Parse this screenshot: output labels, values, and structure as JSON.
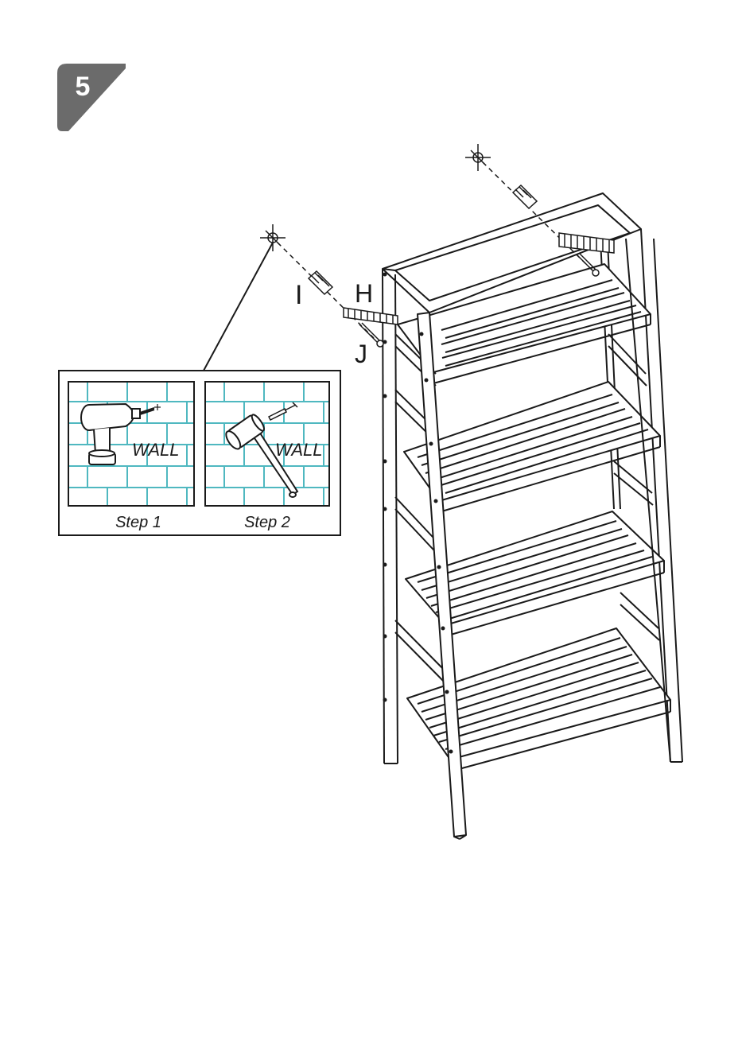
{
  "step_badge": {
    "number": "5",
    "color": "#6b6b6b"
  },
  "part_labels": {
    "anchor": "I",
    "bracket": "H",
    "screw": "J"
  },
  "inset": {
    "panel1": {
      "wall_label": "WALL",
      "caption": "Step 1",
      "tool_icon": "drill-icon"
    },
    "panel2": {
      "wall_label": "WALL",
      "caption": "Step 2",
      "tool_icon": "hammer-icon"
    },
    "brick_color": "#4fb8c0"
  },
  "colors": {
    "line": "#1a1a1a",
    "background": "#ffffff"
  }
}
